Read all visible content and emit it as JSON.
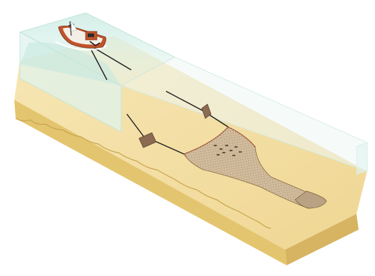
{
  "diagram": {
    "subject": "bottom-trawl-fishing-illustration",
    "components": [
      {
        "id": "trawler",
        "icon": "fishing-boat-icon"
      },
      {
        "id": "warp-lines",
        "icon": "cable-icon"
      },
      {
        "id": "otter-boards",
        "icon": "otter-board-icon"
      },
      {
        "id": "trawl-net",
        "icon": "net-icon"
      },
      {
        "id": "fish-school",
        "icon": "fish-icon"
      },
      {
        "id": "seabed",
        "icon": "sand-icon"
      },
      {
        "id": "water-volume",
        "icon": "water-icon"
      }
    ],
    "colors": {
      "water_top": "#d6efe9",
      "water_side": "#e6f5f1",
      "water_edge": "#a9d6cc",
      "sand_top": "#f2dd9e",
      "sand_light": "#f7e7b5",
      "sand_front": "#e7c978",
      "sand_side": "#d9b763",
      "boat_hull": "#c0532b",
      "boat_cabin": "#ffffff",
      "net_fill": "#c9b49a",
      "net_rim": "#8a6a3c",
      "board": "#8c6b53",
      "line": "#1d1d1d",
      "fish": "#5a4a3a"
    }
  }
}
